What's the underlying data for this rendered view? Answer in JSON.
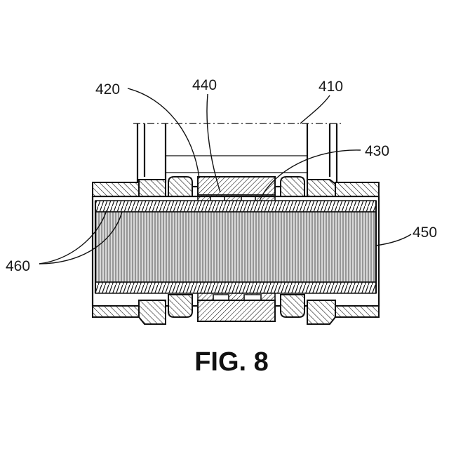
{
  "figure": {
    "caption": "FIG. 8",
    "labels": {
      "l410": "410",
      "l420": "420",
      "l430": "430",
      "l440": "440",
      "l450": "450",
      "l460": "460"
    }
  }
}
